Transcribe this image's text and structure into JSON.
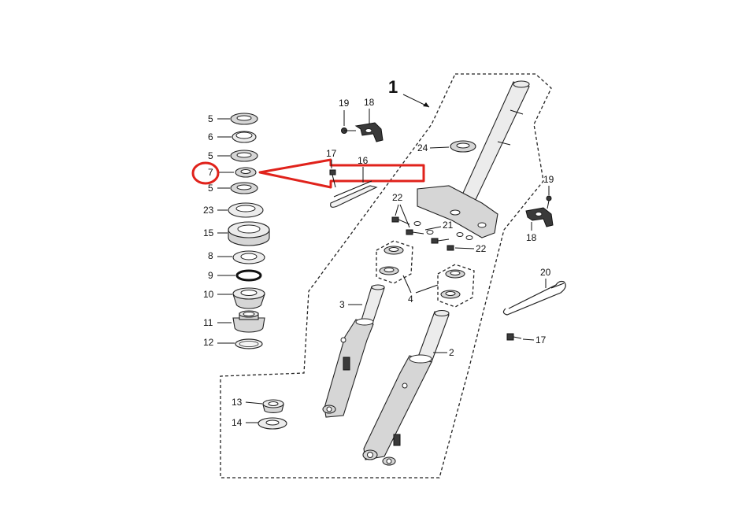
{
  "callouts": {
    "assembly": "1",
    "c2": "2",
    "c3": "3",
    "c4": "4",
    "c5a": "5",
    "c5b": "5",
    "c5c": "5",
    "c6": "6",
    "c7": "7",
    "c8": "8",
    "c9": "9",
    "c10": "10",
    "c11": "11",
    "c12": "12",
    "c13": "13",
    "c14": "14",
    "c15": "15",
    "c16": "16",
    "c17a": "17",
    "c17b": "17",
    "c18a": "18",
    "c18b": "18",
    "c19a": "19",
    "c19b": "19",
    "c20": "20",
    "c21": "21",
    "c22a": "22",
    "c22b": "22",
    "c23": "23",
    "c24": "24"
  },
  "highlight": {
    "color": "#e0221b",
    "target_part": "7"
  },
  "colors": {
    "line": "#222222",
    "part_fill": "#d6d6d6",
    "background": "#ffffff"
  }
}
